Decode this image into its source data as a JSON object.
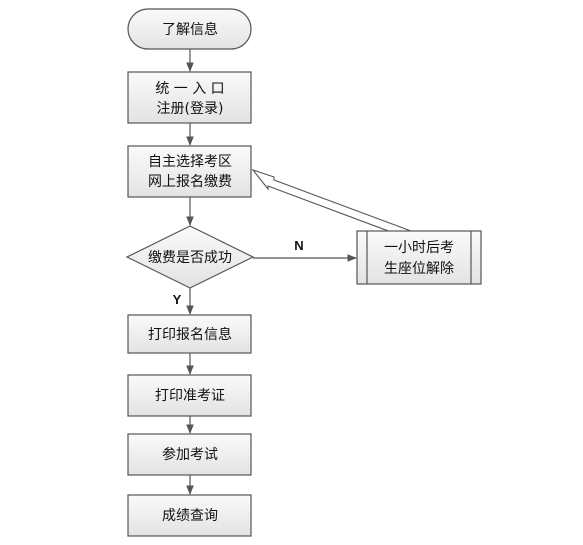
{
  "diagram": {
    "nodes": {
      "start": "了解信息",
      "register": [
        "统 一 入 口",
        "注册(登录)"
      ],
      "select": [
        "自主选择考区",
        "网上报名缴费"
      ],
      "decision": "缴费是否成功",
      "release": [
        "一小时后考",
        "生座位解除"
      ],
      "print_info": "打印报名信息",
      "print_admit": "打印准考证",
      "exam": "参加考试",
      "results": "成绩查询"
    },
    "edge_labels": {
      "no": "N",
      "yes": "Y"
    }
  }
}
